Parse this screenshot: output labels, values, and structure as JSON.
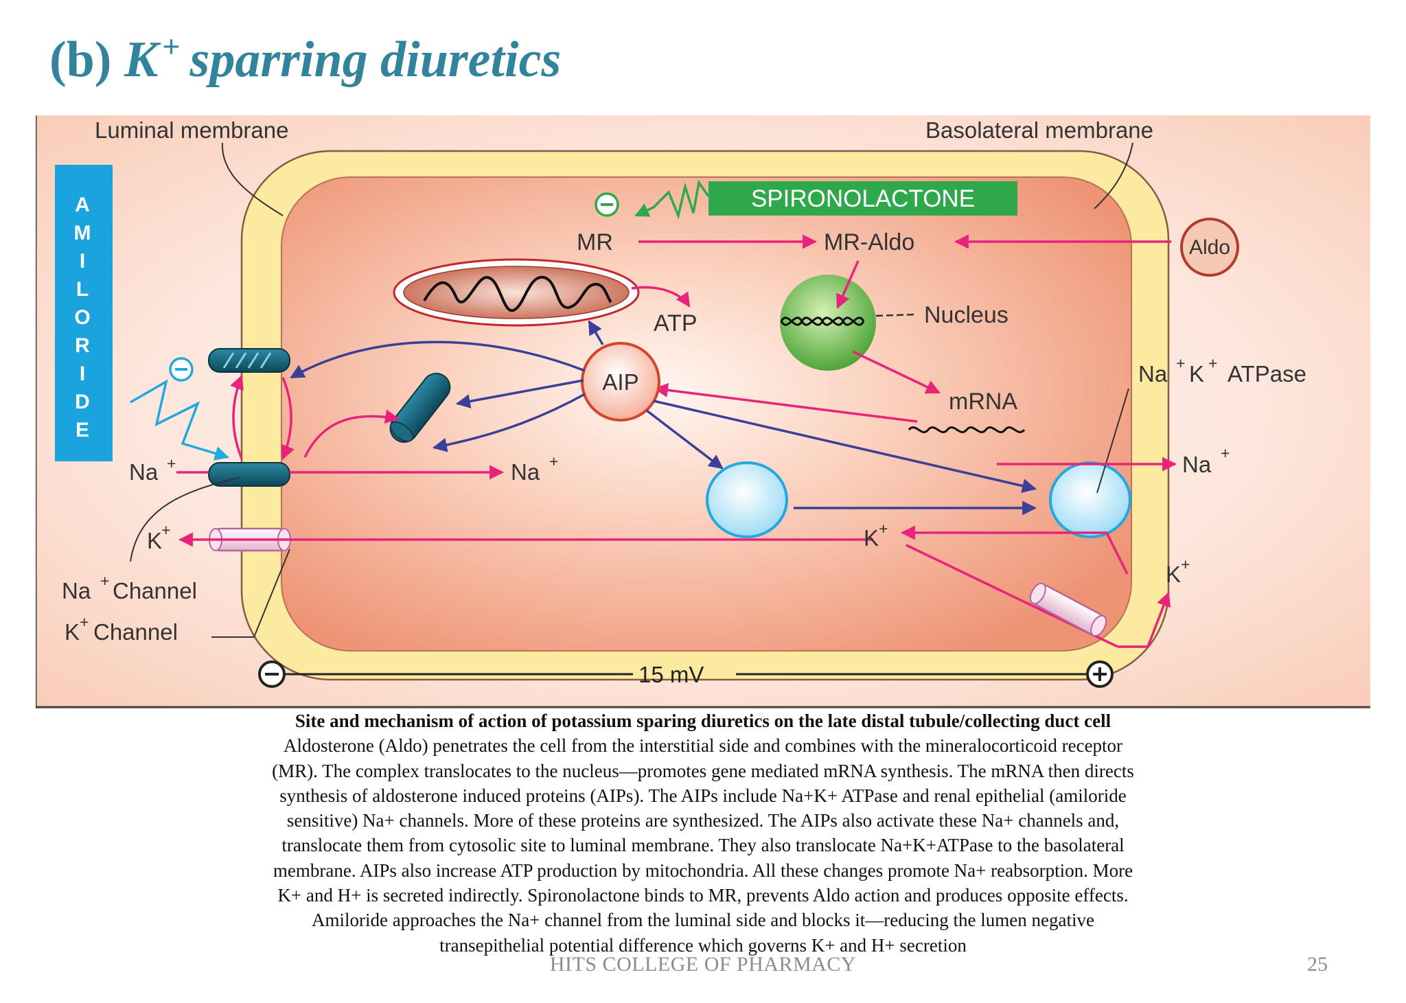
{
  "slide": {
    "title_prefix": "(b) ",
    "title_k": "K",
    "title_sup": "+",
    "title_rest": "sparring diuretics"
  },
  "diagram": {
    "labels": {
      "luminal_membrane": "Luminal membrane",
      "basolateral_membrane": "Basolateral membrane",
      "amiloride": [
        "A",
        "M",
        "I",
        "L",
        "O",
        "R",
        "I",
        "D",
        "E"
      ],
      "spironolactone": "SPIRONOLACTONE",
      "mr": "MR",
      "mr_aldo": "MR-Aldo",
      "aldo": "Aldo",
      "atp": "ATP",
      "nucleus": "Nucleus",
      "aip": "AIP",
      "mrna": "mRNA",
      "na": "Na",
      "k": "K",
      "plus": "+",
      "atpase": "ATPase",
      "channel": "Channel",
      "potential": "15 mV"
    },
    "colors": {
      "background": "#fde3d8",
      "membrane": "#fbeaa0",
      "cell_interior": "#f4a68a",
      "arrow_pink": "#e8237a",
      "arrow_blue": "#3b3f99",
      "amiloride_bar": "#1aa3dd",
      "spironolactone_box": "#2ea84a",
      "nucleus": "#6cbd45",
      "channel": "#1b6a80",
      "pump": "#c6ecfb"
    }
  },
  "caption": {
    "heading": "Site and mechanism of action of potassium sparing diuretics on the late distal tubule/collecting duct cell",
    "lines": [
      "Aldosterone (Aldo) penetrates the cell from the interstitial side and combines with the mineralocorticoid receptor",
      "(MR). The complex translocates to the nucleus—promotes gene mediated mRNA synthesis. The mRNA then directs",
      "synthesis of aldosterone induced proteins (AIPs). The AIPs include Na+K+ ATPase and renal epithelial (amiloride",
      "sensitive) Na+ channels. More of these proteins are synthesized. The AIPs also activate these Na+ channels and,",
      "translocate them from cytosolic site to luminal membrane. They also translocate Na+K+ATPase to the basolateral",
      "membrane. AIPs also increase ATP production by mitochondria. All these changes promote Na+ reabsorption. More",
      "K+ and H+ is secreted indirectly. Spironolactone binds to MR, prevents Aldo action and produces opposite effects.",
      "Amiloride approaches the Na+ channel from the luminal side and blocks it—reducing the lumen negative",
      "transepithelial potential difference which governs K+ and H+ secretion"
    ]
  },
  "footer": {
    "institution": "HITS COLLEGE OF PHARMACY",
    "page": "25"
  }
}
